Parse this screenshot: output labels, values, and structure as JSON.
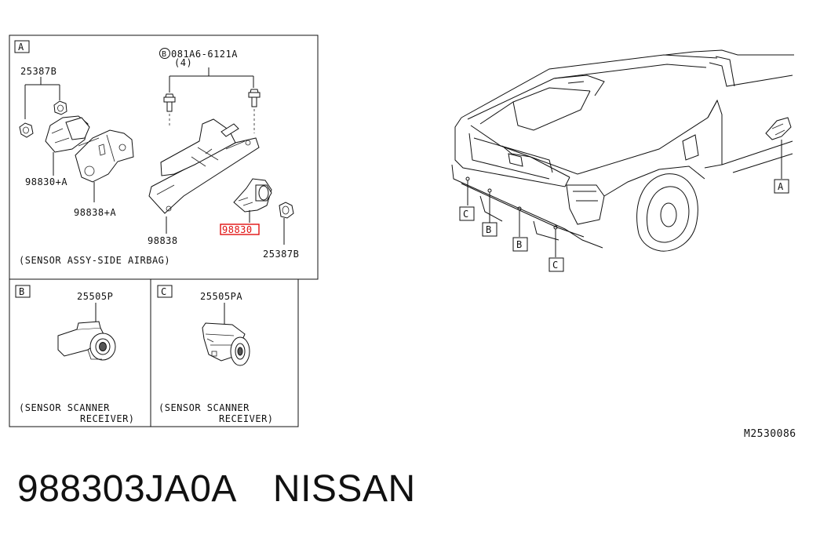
{
  "panel_a": {
    "tag": "A",
    "bolt_spec": "081A6-6121A",
    "bolt_spec_prefix": "B",
    "bolt_qty": "(4)",
    "labels": {
      "nut_top": "25387B",
      "sensor_a": "98830+A",
      "bracket_a": "98838+A",
      "bracket": "98838",
      "sensor_highlight": "98830",
      "nut_bottom": "25387B"
    },
    "caption": "(SENSOR ASSY-SIDE AIRBAG)"
  },
  "panel_b": {
    "tag": "B",
    "part": "25505P",
    "caption_line1": "(SENSOR SCANNER",
    "caption_line2": "RECEIVER)"
  },
  "panel_c": {
    "tag": "C",
    "part": "25505PA",
    "caption_line1": "(SENSOR SCANNER",
    "caption_line2": "RECEIVER)"
  },
  "vehicle_callouts": [
    "C",
    "B",
    "B",
    "C",
    "A"
  ],
  "diagram_id": "M2530086",
  "footer": {
    "part_number": "988303JA0A",
    "brand": "NISSAN"
  },
  "colors": {
    "highlight": "#e01010",
    "line": "#111111"
  }
}
